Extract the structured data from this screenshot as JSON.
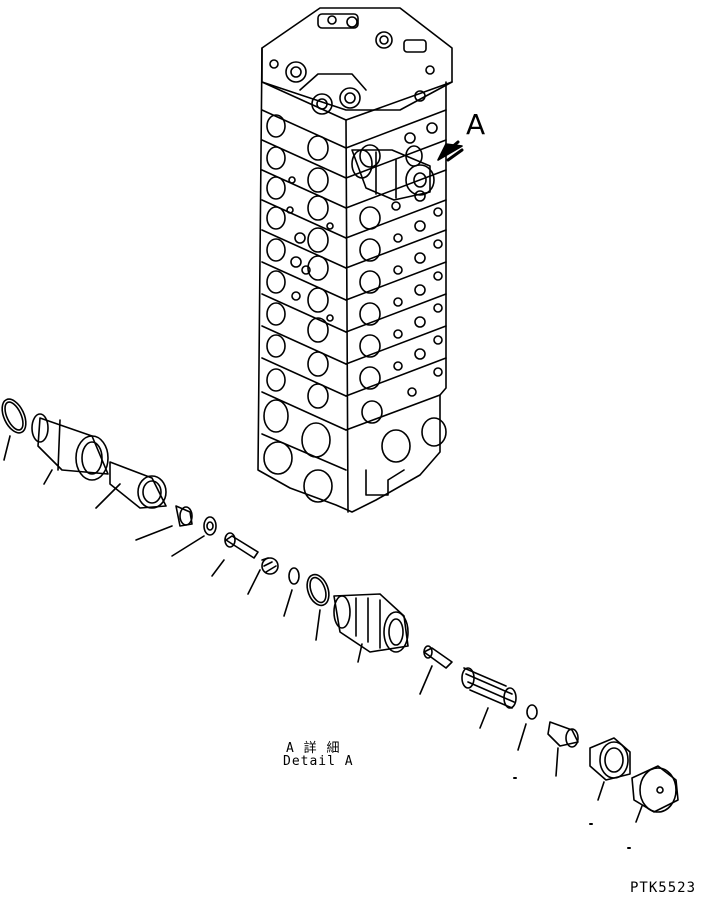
{
  "callout_letter": "A",
  "detail_caption_jp": "A 詳 細",
  "detail_caption_en": "Detail A",
  "drawing_code": "PTK5523",
  "colors": {
    "line": "#000000",
    "background": "#ffffff"
  }
}
